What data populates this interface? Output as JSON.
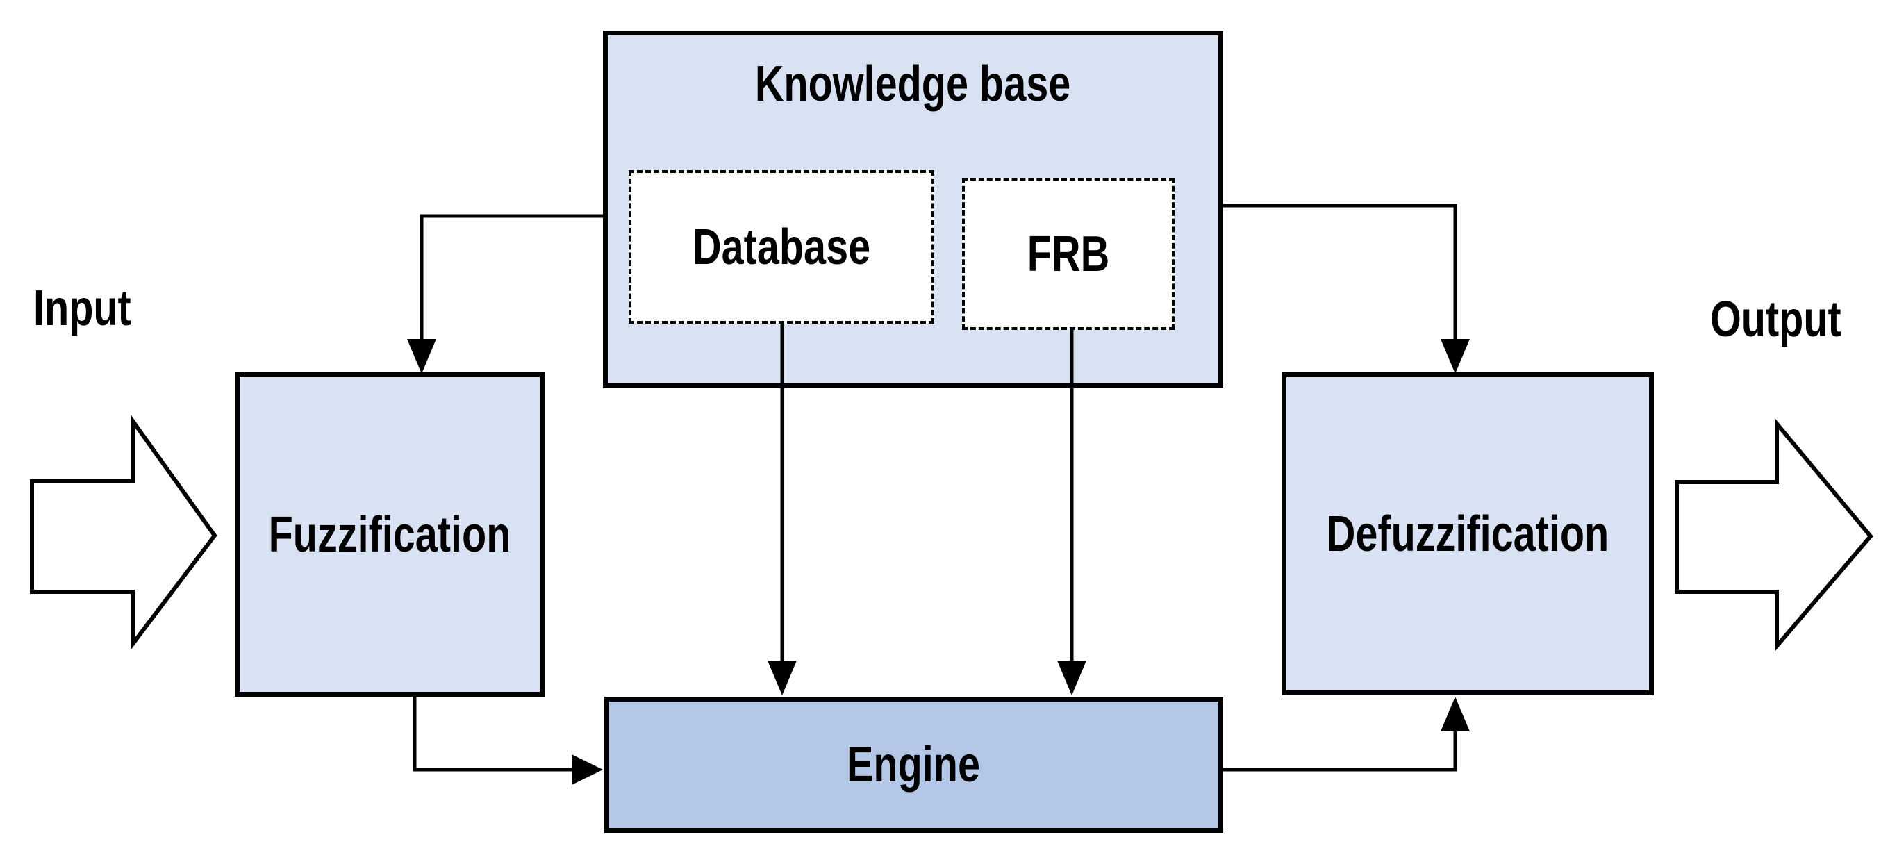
{
  "diagram": {
    "description": "Fuzzy logic system block diagram",
    "nodes": {
      "knowledge_base": {
        "label": "Knowledge base"
      },
      "database": {
        "label": "Database"
      },
      "frb": {
        "label": "FRB"
      },
      "fuzzification": {
        "label": "Fuzzification"
      },
      "defuzzification": {
        "label": "Defuzzification"
      },
      "engine": {
        "label": "Engine"
      }
    },
    "labels": {
      "input": "Input",
      "output": "Output"
    },
    "edges": [
      {
        "from": "Input",
        "to": "Fuzzification",
        "style": "block-arrow"
      },
      {
        "from": "Knowledge base",
        "to": "Fuzzification",
        "style": "elbow-arrow"
      },
      {
        "from": "Knowledge base",
        "to": "Defuzzification",
        "style": "elbow-arrow"
      },
      {
        "from": "Database",
        "to": "Engine",
        "style": "straight-arrow"
      },
      {
        "from": "FRB",
        "to": "Engine",
        "style": "straight-arrow"
      },
      {
        "from": "Fuzzification",
        "to": "Engine",
        "style": "elbow-arrow"
      },
      {
        "from": "Engine",
        "to": "Defuzzification",
        "style": "elbow-arrow"
      },
      {
        "from": "Defuzzification",
        "to": "Output",
        "style": "block-arrow"
      }
    ],
    "colors": {
      "light_fill": "#d9e2f3",
      "engine_fill": "#b4c7e7",
      "inner_fill": "#ffffff",
      "line": "#000000",
      "text": "#000000",
      "background": "#ffffff"
    }
  }
}
